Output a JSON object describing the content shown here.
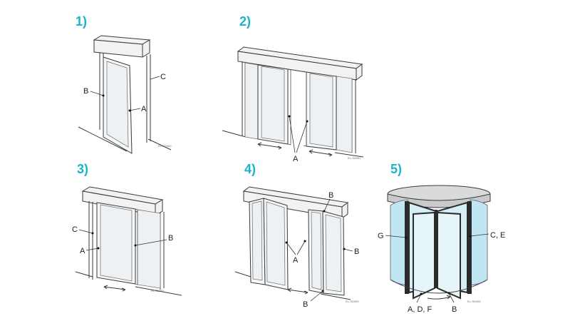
{
  "colors": {
    "number": "#19b5c6",
    "line": "#3a3a3a",
    "glass_blue": "#bfe6f2",
    "frame_dark": "#2b2b2b"
  },
  "diagrams": [
    {
      "number": "1)",
      "labels": {
        "A": "A",
        "B": "B",
        "C": "C"
      },
      "code": "EL-SD900"
    },
    {
      "number": "2)",
      "labels": {
        "A": "A"
      },
      "code": "EL-SD901"
    },
    {
      "number": "3)",
      "labels": {
        "A": "A",
        "B": "B",
        "C": "C"
      },
      "code": "EL-SD902"
    },
    {
      "number": "4)",
      "labels": {
        "A": "A",
        "B_top": "B",
        "B_right": "B",
        "B_bottom": "B"
      },
      "code": "EL-SD903"
    },
    {
      "number": "5)",
      "labels": {
        "G": "G",
        "CE": "C, E",
        "ADF": "A, D, F",
        "B": "B"
      },
      "code": "EL-SD905"
    }
  ]
}
